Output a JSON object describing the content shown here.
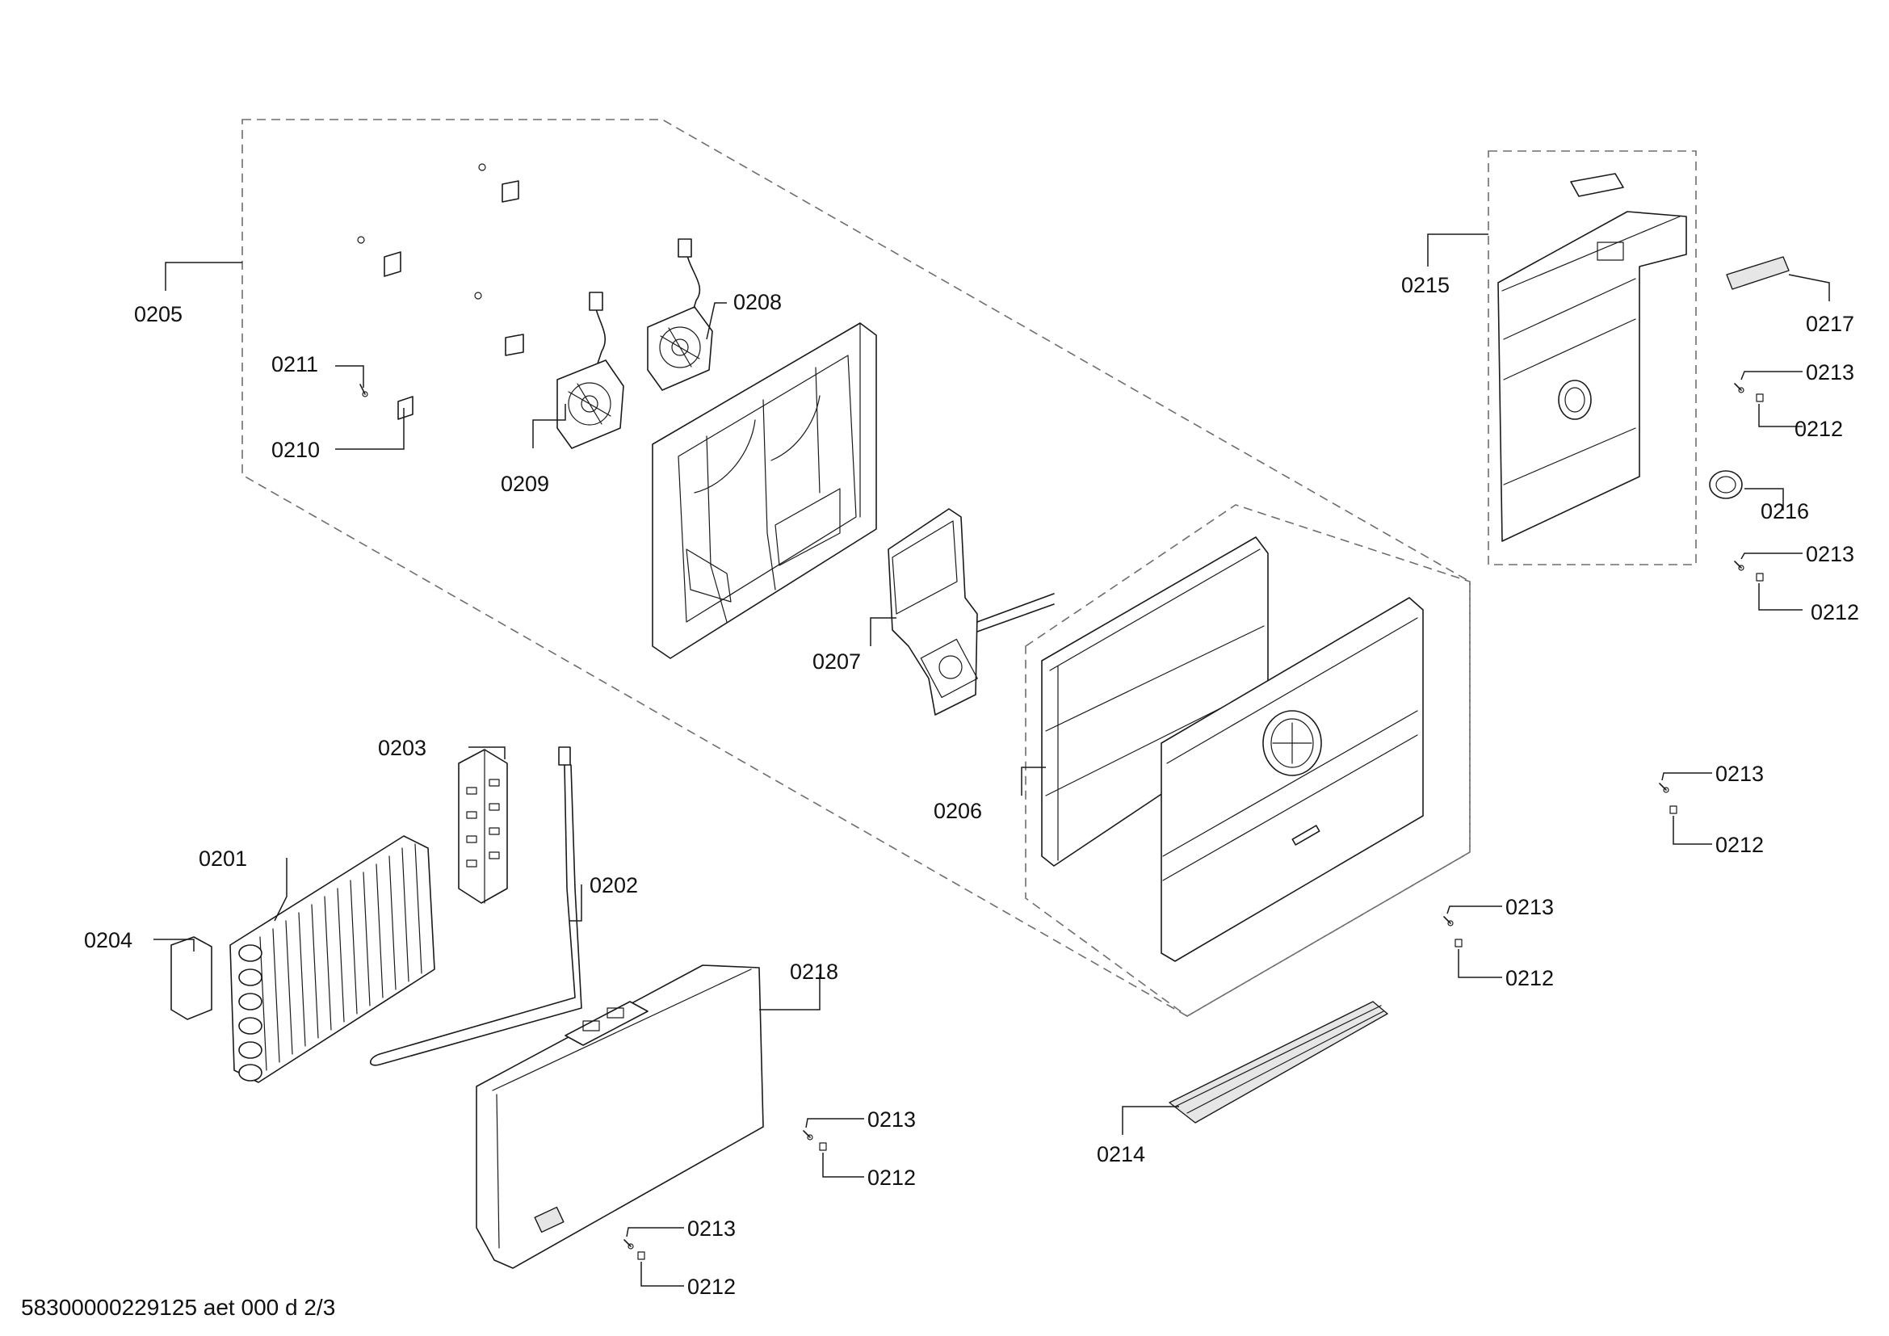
{
  "drawing": {
    "document_id": "58300000229125 aet 000 d 2/3",
    "callouts": {
      "c0201": "0201",
      "c0202": "0202",
      "c0203": "0203",
      "c0204": "0204",
      "c0205": "0205",
      "c0206": "0206",
      "c0207": "0207",
      "c0208": "0208",
      "c0209": "0209",
      "c0210": "0210",
      "c0211": "0211",
      "c0214": "0214",
      "c0215": "0215",
      "c0216": "0216",
      "c0217": "0217",
      "c0218": "0218",
      "screw": "0213",
      "clip": "0212"
    }
  }
}
